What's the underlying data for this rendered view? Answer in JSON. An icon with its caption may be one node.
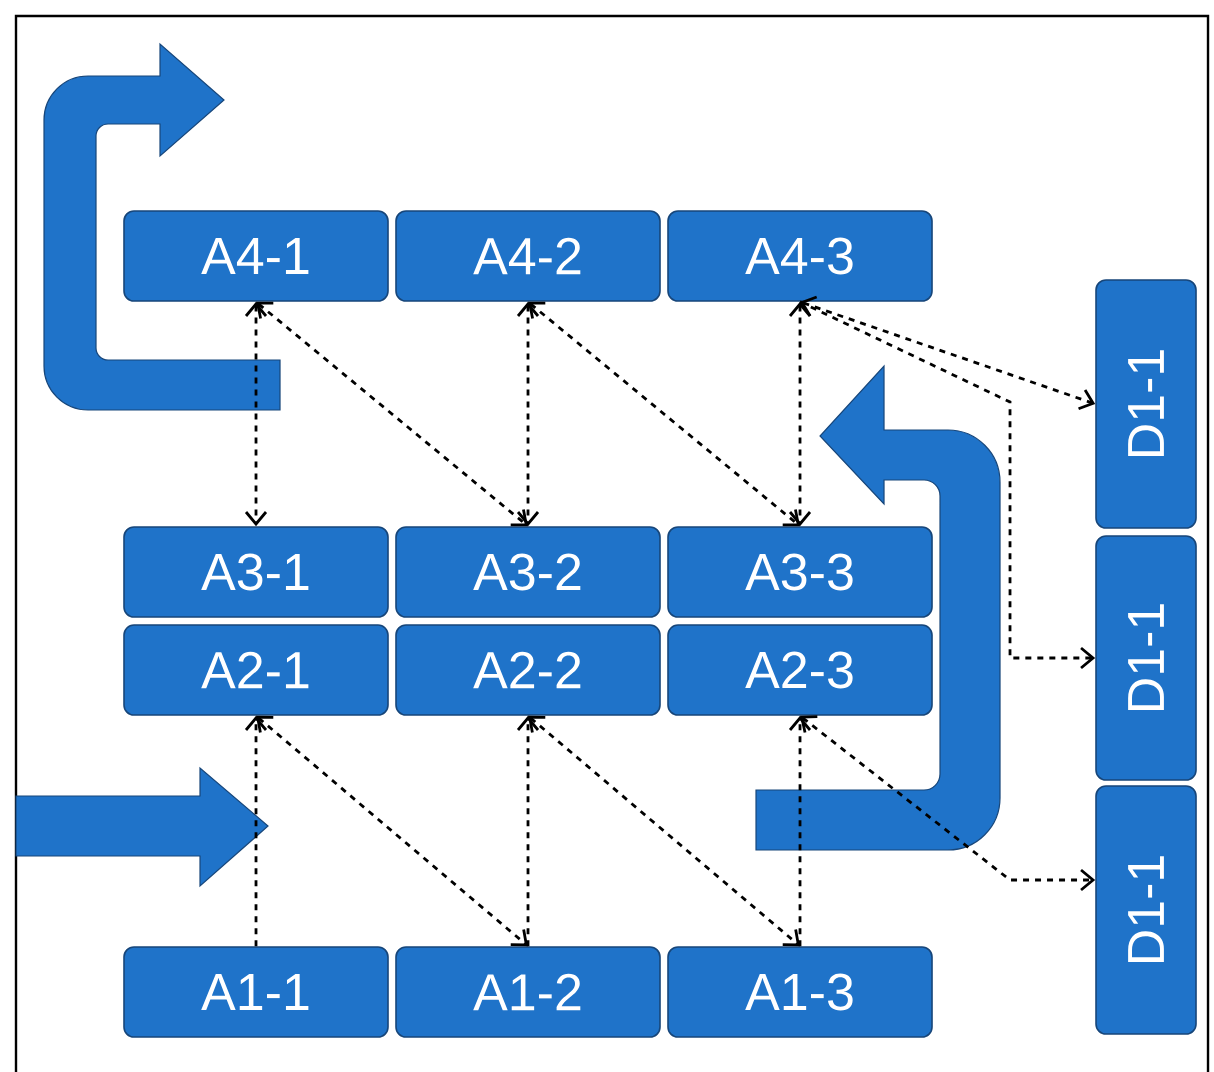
{
  "diagram": {
    "nodes": [
      {
        "text": [
          "A4-1"
        ]
      },
      {
        "text": [
          "A4-2"
        ]
      },
      {
        "text": [
          "A4-3"
        ]
      },
      {
        "text": [
          "A3-1"
        ]
      },
      {
        "text": [
          "A3-2"
        ]
      },
      {
        "text": [
          "A3-3"
        ]
      },
      {
        "text": [
          "A2-1"
        ]
      },
      {
        "text": [
          "A2-2"
        ]
      },
      {
        "text": [
          "A2-3"
        ]
      },
      {
        "text": [
          "A1-1"
        ]
      },
      {
        "text": [
          "A1-2"
        ]
      },
      {
        "text": [
          "A1-3"
        ]
      },
      {
        "text": [
          "D1-1"
        ]
      },
      {
        "text": [
          "D1-1"
        ]
      },
      {
        "text": [
          "D1-1"
        ]
      }
    ],
    "edges": [
      {
        "from": 0,
        "to": 3,
        "arrow": "both"
      },
      {
        "from": 0,
        "to": 4,
        "arrow": "both"
      },
      {
        "from": 1,
        "to": 4,
        "arrow": "both"
      },
      {
        "from": 1,
        "to": 5,
        "arrow": "both"
      },
      {
        "from": 2,
        "to": 5,
        "arrow": "both"
      },
      {
        "from": 2,
        "to": 12,
        "arrow": "both"
      },
      {
        "from": 2,
        "to": 13,
        "arrow": "to"
      },
      {
        "from": 9,
        "to": 6,
        "arrow": "to"
      },
      {
        "from": 6,
        "to": 10,
        "arrow": "both"
      },
      {
        "from": 10,
        "to": 7,
        "arrow": "to"
      },
      {
        "from": 7,
        "to": 11,
        "arrow": "both"
      },
      {
        "from": 11,
        "to": 8,
        "arrow": "to"
      },
      {
        "from": 8,
        "to": 14,
        "arrow": "both"
      }
    ]
  }
}
